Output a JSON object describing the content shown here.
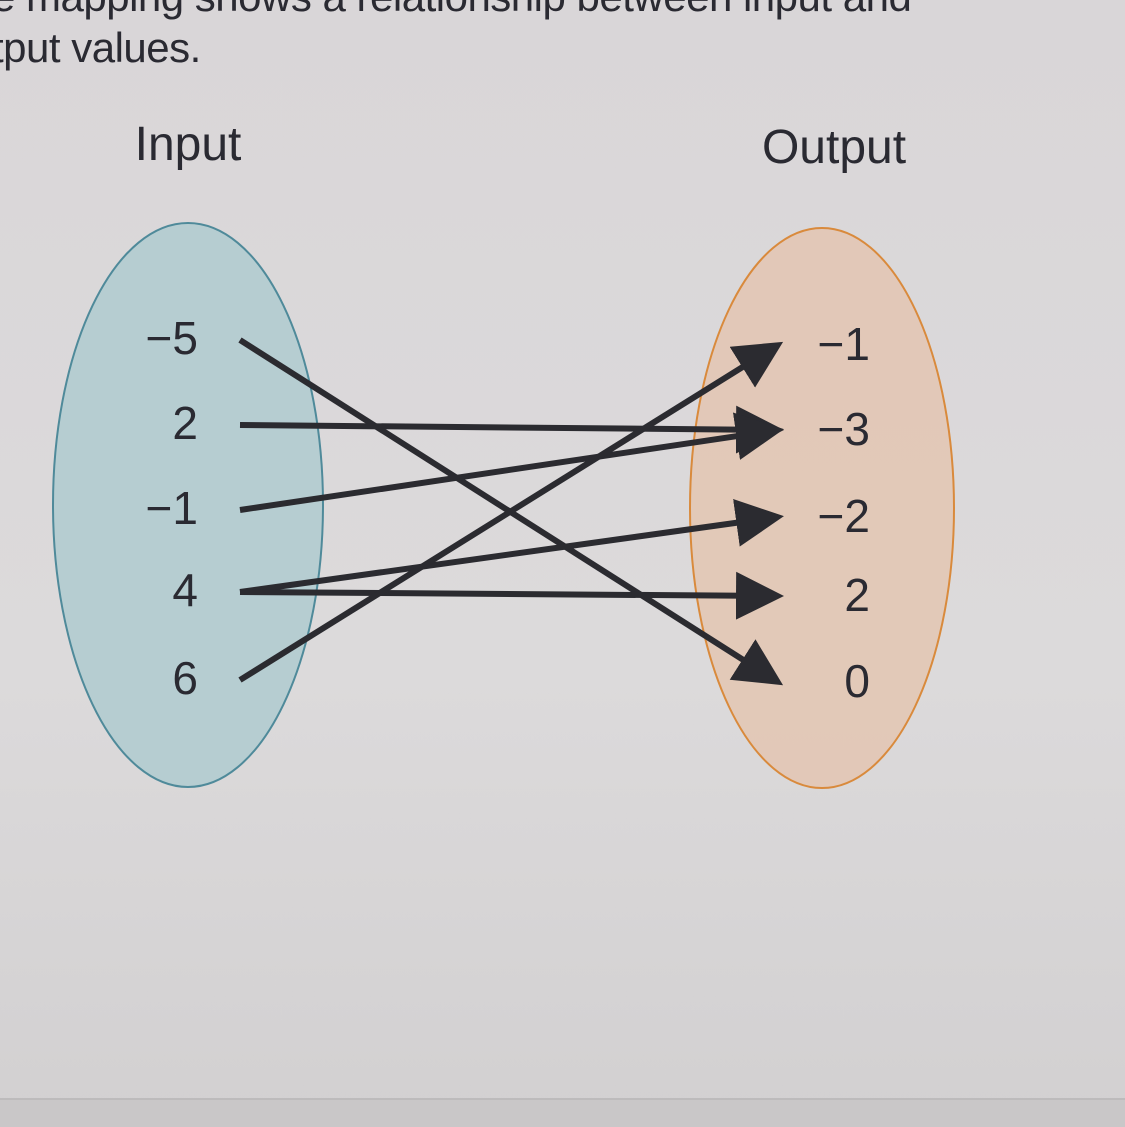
{
  "prompt": {
    "line1": "e mapping shows a relationship between input and",
    "line2": "tput values."
  },
  "diagram": {
    "input_title": "Input",
    "output_title": "Output",
    "inputs": [
      "−5",
      "2",
      "−1",
      "4",
      "6"
    ],
    "outputs": [
      "−1",
      "−3",
      "−2",
      "2",
      "0"
    ],
    "mappings": [
      {
        "from": "−5",
        "to": "0"
      },
      {
        "from": "2",
        "to": "−3"
      },
      {
        "from": "−1",
        "to": "−3"
      },
      {
        "from": "4",
        "to": "−2"
      },
      {
        "from": "4",
        "to": "2"
      },
      {
        "from": "6",
        "to": "−1"
      }
    ],
    "colors": {
      "input_fill": "#b6cdd1",
      "input_stroke": "#4f8a9a",
      "output_fill": "#e3c6b2",
      "output_stroke": "#d98a3c",
      "arrow": "#2b2b30"
    }
  }
}
